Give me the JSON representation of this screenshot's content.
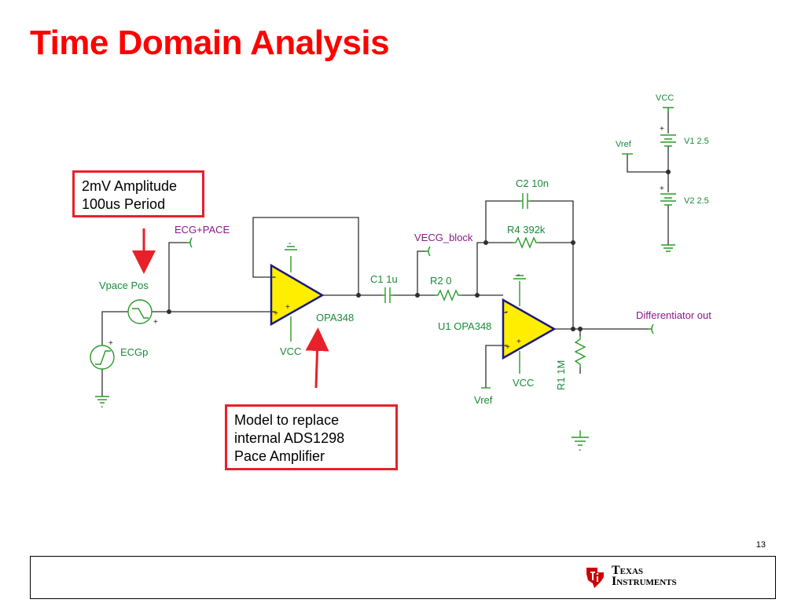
{
  "slide": {
    "title": "Time Domain Analysis",
    "page_number": "13"
  },
  "callouts": {
    "signal": {
      "line1": "2mV Amplitude",
      "line2": "100us Period"
    },
    "model": {
      "line1": "Model to replace",
      "line2": "internal ADS1298",
      "line3": "Pace Amplifier"
    }
  },
  "schematic": {
    "source_pace": "Vpace Pos",
    "source_ecg": "ECGp",
    "node_ecg_pace": "ECG+PACE",
    "buffer_opamp": "OPA348",
    "buffer_supply": "VCC",
    "cap_c1": "C1 1u",
    "node_vecg_block": "VECG_block",
    "res_r2": "R2 0",
    "cap_c2": "C2 10n",
    "res_r4": "R4 392k",
    "diff_opamp": "U1 OPA348",
    "diff_supply": "VCC",
    "diff_ref": "Vref",
    "res_r1": "R1 1M",
    "output_node": "Differentiator out",
    "supply_vcc": "VCC",
    "supply_vref": "Vref",
    "supply_v1": "V1 2.5",
    "supply_v2": "V2 2.5",
    "plus": "+",
    "minus": "-"
  },
  "logo": {
    "line1": "Texas",
    "line2": "Instruments"
  },
  "colors": {
    "title": "#ff0000",
    "callout_border": "#e8202a",
    "wire": "#2f2f2f",
    "component": "#2a9a2a",
    "label_green": "#1a8a3a",
    "label_purple": "#8a1a8a",
    "opamp_fill": "#ffee00",
    "opamp_stroke": "#1a1a80",
    "arrow": "#e8202a"
  }
}
